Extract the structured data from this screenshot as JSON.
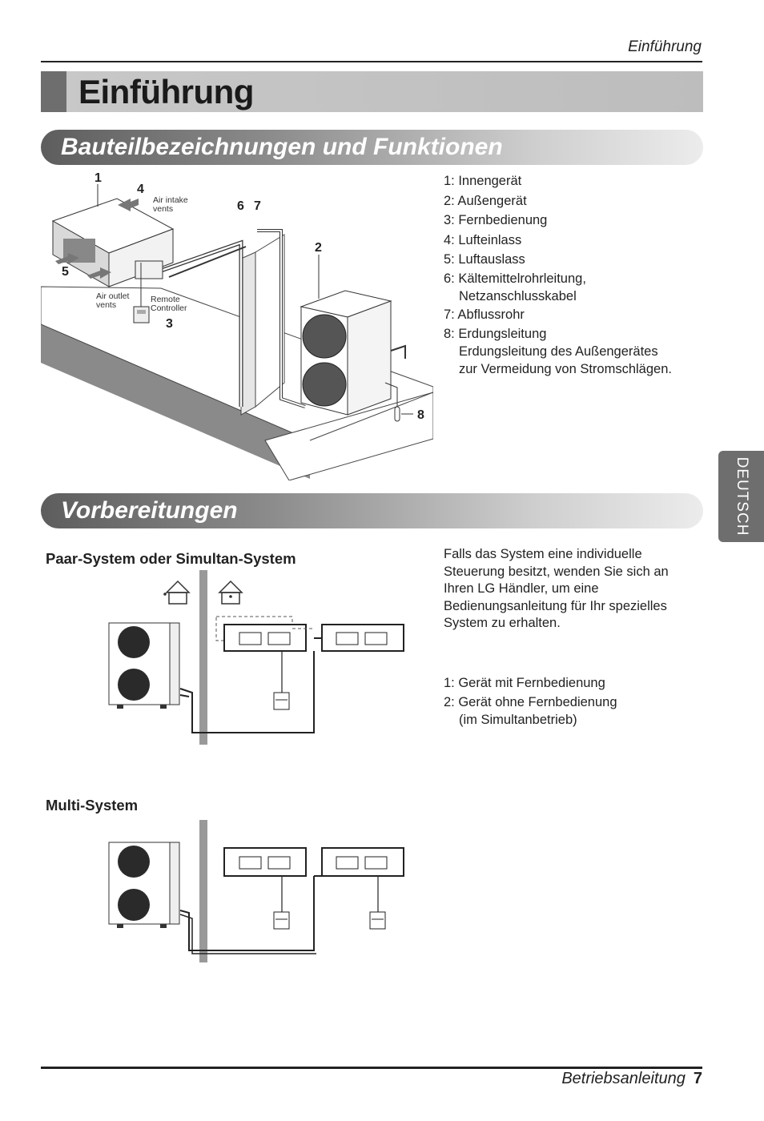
{
  "header": {
    "section_label": "Einführung"
  },
  "title": "Einführung",
  "section1": {
    "heading": "Bauteilbezeichnungen und Funktionen",
    "diagram": {
      "callouts": [
        "1",
        "4",
        "5",
        "3",
        "6",
        "7",
        "2",
        "8"
      ],
      "air_intake": [
        "Air intake",
        "vents"
      ],
      "air_outlet": [
        "Air outlet",
        "vents"
      ],
      "remote": [
        "Remote",
        "Controller"
      ]
    },
    "legend": [
      "1: Innengerät",
      "2: Außengerät",
      "3: Fernbedienung",
      "4: Lufteinlass",
      "5: Luftauslass",
      "6: Kältemittelrohrleitung,",
      "Netzanschlusskabel",
      "7: Abflussrohr",
      "8: Erdungsleitung",
      "Erdungsleitung des Außengerätes",
      "zur Vermeidung von Stromschlägen."
    ]
  },
  "side_tab": "DEUTSCH",
  "section2": {
    "heading": "Vorbereitungen",
    "sub1": "Paar-System oder Simultan-System",
    "sub2": "Multi-System",
    "paragraph": "Falls das System eine individuelle Steuerung besitzt, wenden Sie sich an Ihren LG Händler, um eine Bedienungsanleitung für Ihr spezielles System zu erhalten.",
    "list": [
      "1: Gerät mit Fernbedienung",
      "2: Gerät ohne Fernbedienung",
      "(im Simultanbetrieb)"
    ]
  },
  "footer": {
    "label": "Betriebsanleitung",
    "page": "7"
  }
}
